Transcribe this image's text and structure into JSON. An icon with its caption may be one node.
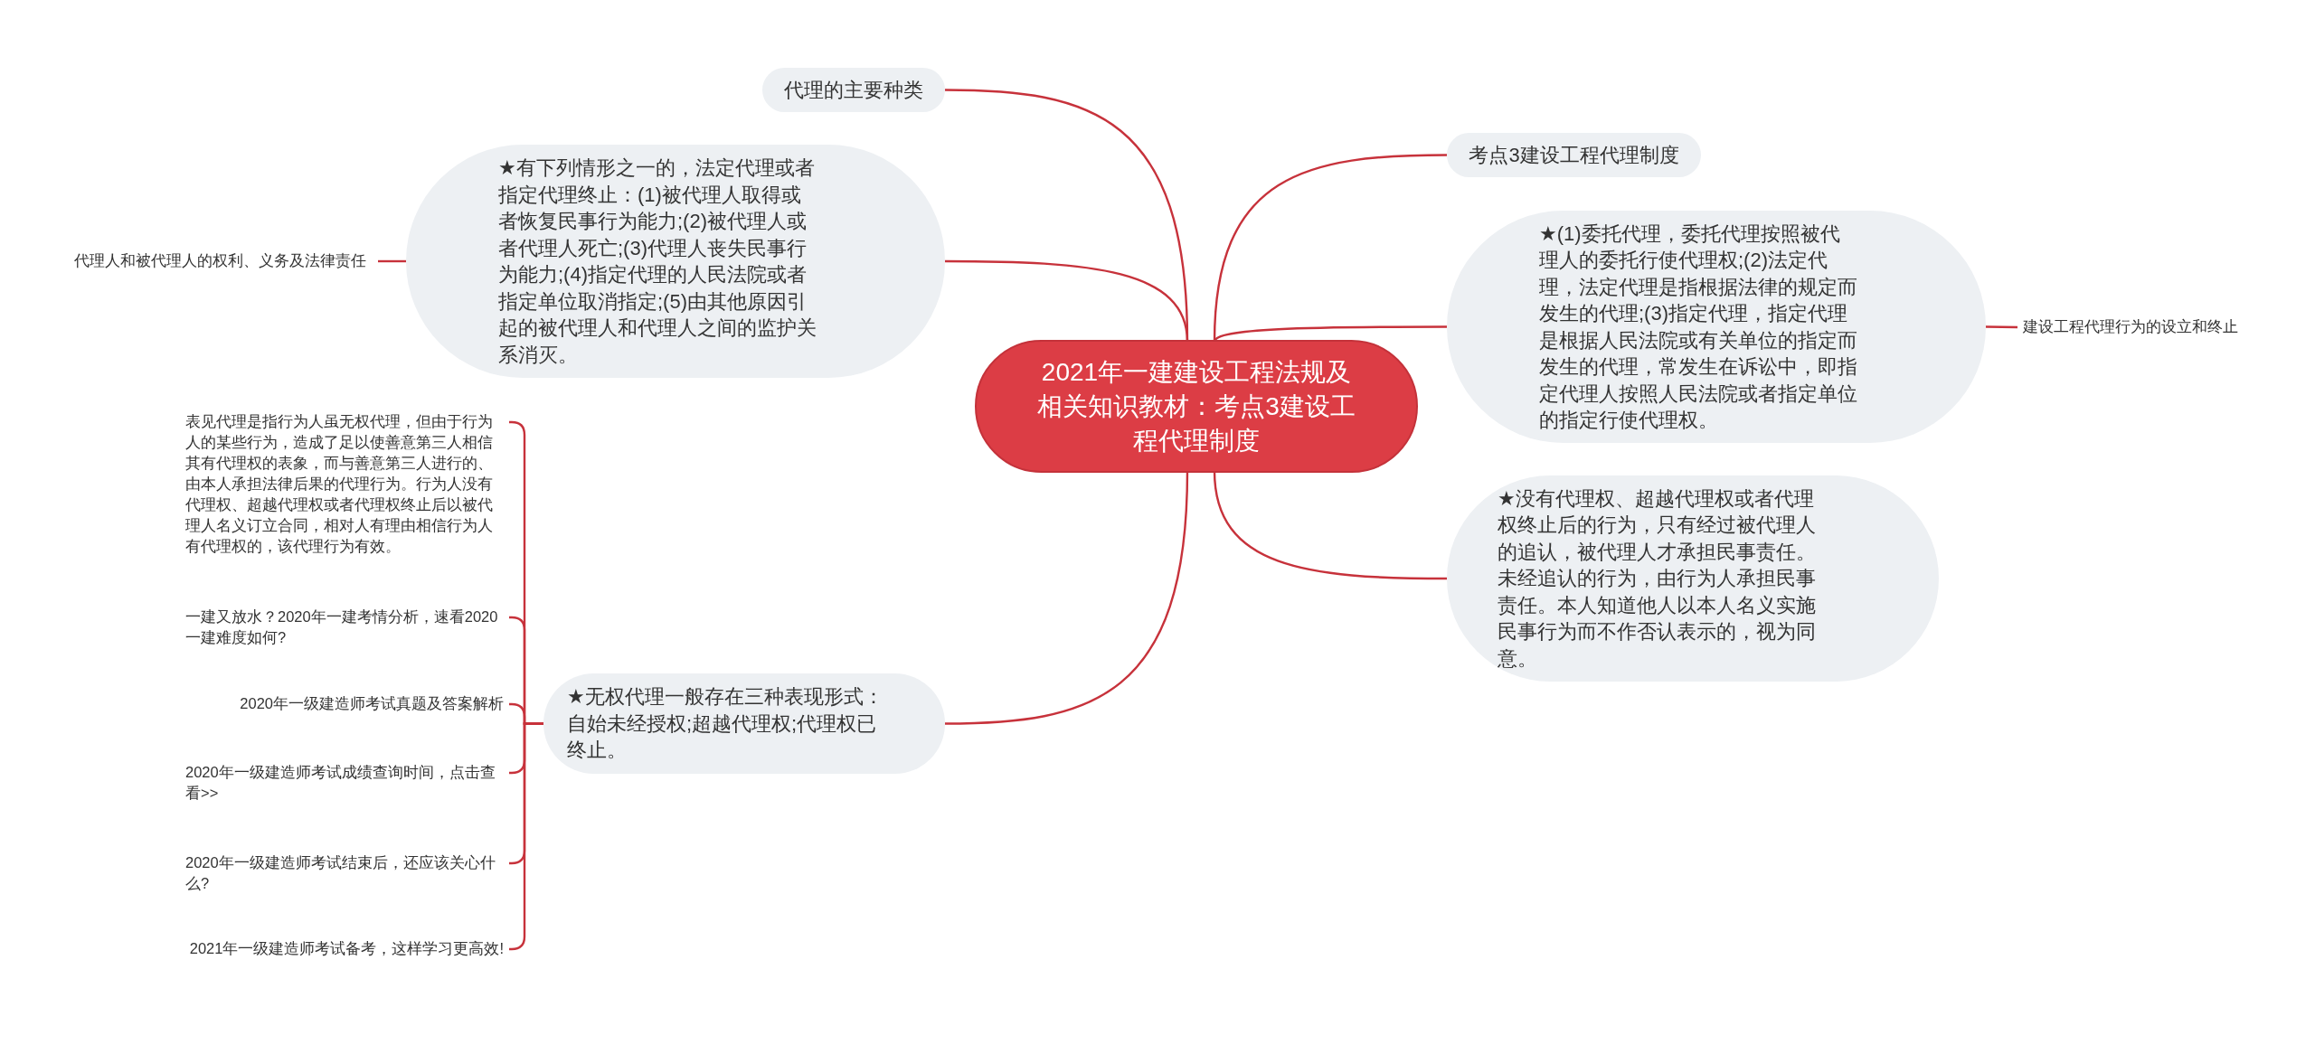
{
  "diagram": {
    "nodes": [
      {
        "text": [
          "2021年一建建设工程法规及相关知识教材：考点3建设工程代理制度"
        ]
      },
      {
        "text": [
          "代理的主要种类"
        ]
      },
      {
        "text": [
          "★有下列情形之一的，法定代理或者指定代理终止：(1)被代理人取得或者恢复民事行为能力;(2)被代理人或者代理人死亡;(3)代理人丧失民事行为能力;(4)指定代理的人民法院或者指定单位取消指定;(5)由其他原因引起的被代理人和代理人之间的监护关系消灭。"
        ]
      },
      {
        "text": [
          "代理人和被代理人的权利、义务及法律责任"
        ]
      },
      {
        "text": [
          "考点3建设工程代理制度"
        ]
      },
      {
        "text": [
          "★(1)委托代理，委托代理按照被代理人的委托行使代理权;(2)法定代理，法定代理是指根据法律的规定而发生的代理;(3)指定代理，指定代理是根据人民法院或有关单位的指定而发生的代理，常发生在诉讼中，即指定代理人按照人民法院或者指定单位的指定行使代理权。"
        ]
      },
      {
        "text": [
          "建设工程代理行为的设立和终止"
        ]
      },
      {
        "text": [
          "★没有代理权、超越代理权或者代理权终止后的行为，只有经过被代理人的追认，被代理人才承担民事责任。未经追认的行为，由行为人承担民事责任。本人知道他人以本人名义实施民事行为而不作否认表示的，视为同意。"
        ]
      },
      {
        "text": [
          "★无权代理一般存在三种表现形式：自始未经授权;超越代理权;代理权已终止。"
        ]
      },
      {
        "text": [
          "表见代理是指行为人虽无权代理，但由于行为人的某些行为，造成了足以使善意第三人相信其有代理权的表象，而与善意第三人进行的、由本人承担法律后果的代理行为。行为人没有代理权、超越代理权或者代理权终止后以被代理人名义订立合同，相对人有理由相信行为人有代理权的，该代理行为有效。"
        ]
      },
      {
        "text": [
          "一建又放水？2020年一建考情分析，速看2020一建难度如何?"
        ]
      },
      {
        "text": [
          "2020年一级建造师考试真题及答案解析"
        ]
      },
      {
        "text": [
          "2020年一级建造师考试成绩查询时间，点击查看>>"
        ]
      },
      {
        "text": [
          "2020年一级建造师考试结束后，还应该关心什么?"
        ]
      },
      {
        "text": [
          "2021年一级建造师考试备考，这样学习更高效!"
        ]
      }
    ],
    "edges": [
      {
        "from": 0,
        "to": 1,
        "arrow": "none"
      },
      {
        "from": 0,
        "to": 2,
        "arrow": "none"
      },
      {
        "from": 2,
        "to": 3,
        "arrow": "none"
      },
      {
        "from": 0,
        "to": 4,
        "arrow": "none"
      },
      {
        "from": 0,
        "to": 5,
        "arrow": "none"
      },
      {
        "from": 5,
        "to": 6,
        "arrow": "none"
      },
      {
        "from": 0,
        "to": 7,
        "arrow": "none"
      },
      {
        "from": 0,
        "to": 8,
        "arrow": "none"
      },
      {
        "from": 8,
        "to": 9,
        "arrow": "none"
      },
      {
        "from": 8,
        "to": 10,
        "arrow": "none"
      },
      {
        "from": 8,
        "to": 11,
        "arrow": "none"
      },
      {
        "from": 8,
        "to": 12,
        "arrow": "none"
      },
      {
        "from": 8,
        "to": 13,
        "arrow": "none"
      },
      {
        "from": 8,
        "to": 14,
        "arrow": "none"
      }
    ]
  }
}
